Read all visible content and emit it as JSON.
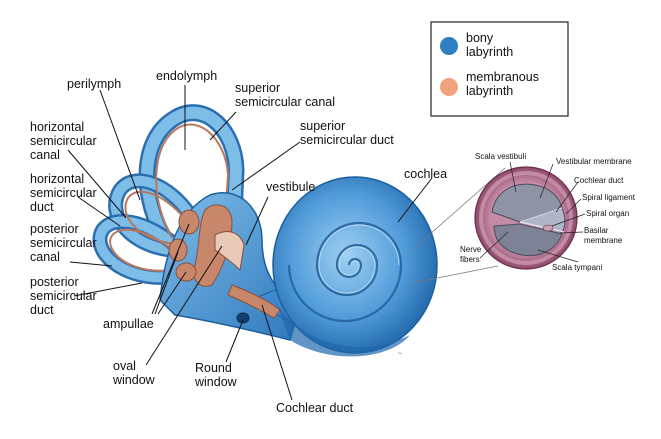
{
  "legend": {
    "items": [
      {
        "line1": "bony",
        "line2": "labyrinth",
        "color": "#2e7fc4"
      },
      {
        "line1": "membranous",
        "line2": "labyrinth",
        "color": "#f0a37e"
      }
    ]
  },
  "labels": {
    "perilymph": "perilymph",
    "endolymph": "endolymph",
    "superior_canal": [
      "superior",
      "semicircular canal"
    ],
    "superior_duct": [
      "superior",
      "semicircular duct"
    ],
    "horizontal_canal": [
      "horizontal",
      "semicircular",
      "canal"
    ],
    "horizontal_duct": [
      "horizontal",
      "semicircular",
      "duct"
    ],
    "posterior_canal": [
      "posterior",
      "semicircular",
      "canal"
    ],
    "posterior_duct": [
      "posterior",
      "semicircular",
      "duct"
    ],
    "vestibule": "vestibule",
    "cochlea": "cochlea",
    "ampullae": "ampullae",
    "oval_window": [
      "oval",
      "window"
    ],
    "round_window": [
      "Round",
      "window"
    ],
    "cochlear_duct": "Cochlear duct"
  },
  "inset": {
    "scala_vestibuli": "Scala vestibuli",
    "vestibular_membrane": "Vestibular membrane",
    "cochlear_duct": "Cochlear duct",
    "spiral_ligament": "Spiral ligament",
    "spiral_organ": "Spiral organ",
    "basilar_membrane": [
      "Basilar",
      "membrane"
    ],
    "nerve_fibers": [
      "Nerve",
      "fibers"
    ],
    "scala_tympani": "Scala tympani"
  },
  "colors": {
    "bony": "#2e7fc4",
    "bony_light": "#8cc4ec",
    "membranous": "#c8876b",
    "inset_tissue": "#a05c78"
  }
}
